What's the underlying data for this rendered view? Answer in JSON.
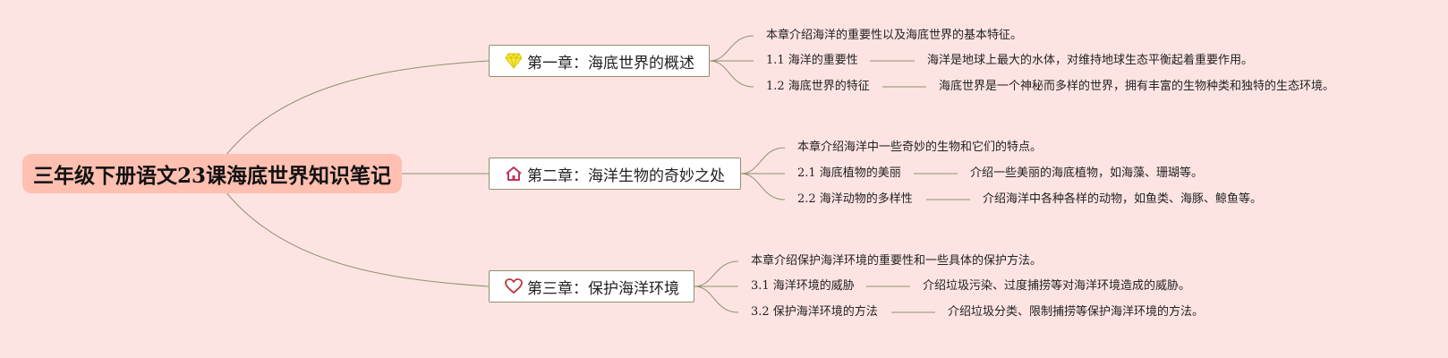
{
  "root": {
    "title": "三年级下册语文23课海底世界知识笔记"
  },
  "chapters": [
    {
      "title": "第一章：海底世界的概述",
      "icon": "gem-icon",
      "intro": "本章介绍海洋的重要性以及海底世界的基本特征。",
      "sections": [
        {
          "title": "1.1 海洋的重要性",
          "detail": "海洋是地球上最大的水体，对维持地球生态平衡起着重要作用。"
        },
        {
          "title": "1.2 海底世界的特征",
          "detail": "海底世界是一个神秘而多样的世界，拥有丰富的生物种类和独特的生态环境。"
        }
      ]
    },
    {
      "title": "第二章：海洋生物的奇妙之处",
      "icon": "house-icon",
      "intro": "本章介绍海洋中一些奇妙的生物和它们的特点。",
      "sections": [
        {
          "title": "2.1 海底植物的美丽",
          "detail": "介绍一些美丽的海底植物，如海藻、珊瑚等。"
        },
        {
          "title": "2.2 海洋动物的多样性",
          "detail": "介绍海洋中各种各样的动物，如鱼类、海豚、鲸鱼等。"
        }
      ]
    },
    {
      "title": "第三章：保护海洋环境",
      "icon": "heart-icon",
      "intro": "本章介绍保护海洋环境的重要性和一些具体的保护方法。",
      "sections": [
        {
          "title": "3.1 海洋环境的威胁",
          "detail": "介绍垃圾污染、过度捕捞等对海洋环境造成的威胁。"
        },
        {
          "title": "3.2 保护海洋环境的方法",
          "detail": "介绍垃圾分类、限制捕捞等保护海洋环境的方法。"
        }
      ]
    }
  ],
  "colors": {
    "background": "#fde4e3",
    "root_fill": "#ffbfb1",
    "line": "#8f916e",
    "gem": "#f1e21b",
    "house": "#c2335a",
    "heart": "#c0333f"
  }
}
